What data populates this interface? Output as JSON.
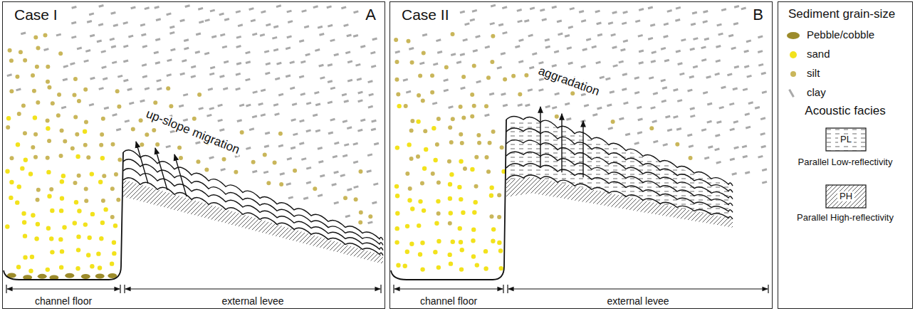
{
  "diagram": {
    "nodes": [
      {
        "text": [
          "Case I",
          "A"
        ]
      },
      {
        "text": [
          "Case II",
          "B"
        ]
      },
      {
        "text": [
          "Sediment grain-size",
          "Acoustic facies"
        ]
      },
      {
        "text": [
          "PL"
        ],
        "in": 2
      },
      {
        "text": [
          "PH"
        ],
        "in": 2
      }
    ],
    "labels": [
      "up-slope migration",
      "channel floor",
      "external levee",
      "aggradation",
      "channel floor",
      "external levee"
    ],
    "legend": [
      {
        "text": "Pebble/cobble",
        "color": "#9c8b2b"
      },
      {
        "text": "sand",
        "color": "#f2e21c"
      },
      {
        "text": "silt",
        "color": "#c9b65a"
      },
      {
        "text": "clay",
        "color": "#a9a9a9"
      },
      {
        "text": "Parallel Low-reflectivity"
      },
      {
        "text": "Parallel High-reflectivity"
      }
    ]
  }
}
